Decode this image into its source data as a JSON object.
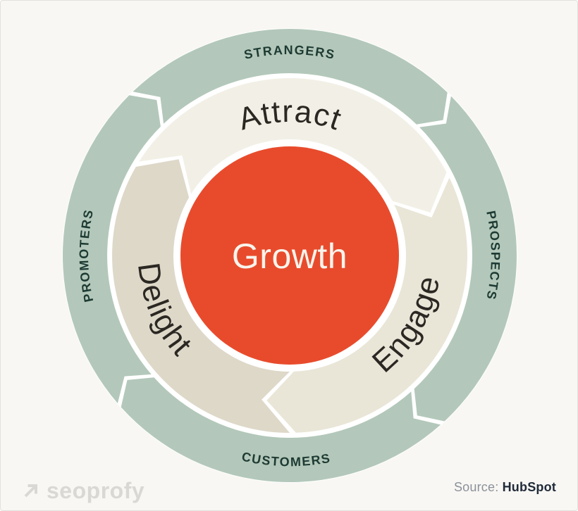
{
  "flywheel": {
    "center_label": "Growth",
    "stages": [
      {
        "id": "attract",
        "label": "Attract"
      },
      {
        "id": "engage",
        "label": "Engage"
      },
      {
        "id": "delight",
        "label": "Delight"
      }
    ],
    "audiences": [
      {
        "id": "strangers",
        "label": "STRANGERS"
      },
      {
        "id": "prospects",
        "label": "PROSPECTS"
      },
      {
        "id": "customers",
        "label": "CUSTOMERS"
      },
      {
        "id": "promoters",
        "label": "PROMOTERS"
      }
    ]
  },
  "colors": {
    "background": "#f8f7f3",
    "outer_ring": "#b3c8ba",
    "ring_label_text": "#1d3a33",
    "attract_fill": "#f2f0e6",
    "engage_fill": "#e9e6d8",
    "delight_fill": "#ded8c9",
    "stage_text": "#2b2722",
    "center_fill": "#e84b2c",
    "center_text": "#f8f4ec",
    "gap_white": "#ffffff"
  },
  "footer": {
    "brand": "seoprofy",
    "source_label": "Source:",
    "source_value": "HubSpot"
  }
}
